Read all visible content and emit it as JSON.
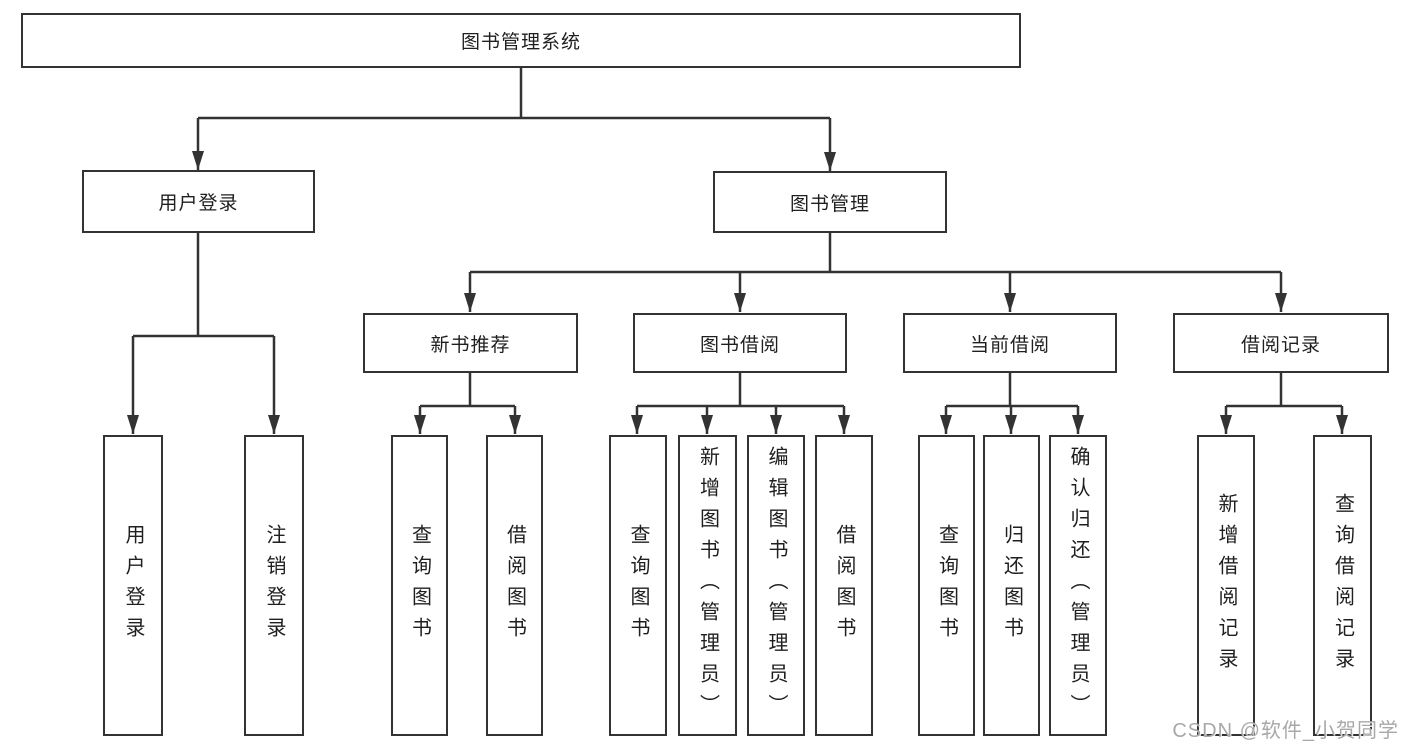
{
  "diagram": {
    "root": {
      "label": "图书管理系统"
    },
    "branches": [
      {
        "label": "用户登录",
        "children": [
          {
            "label": "用户登录"
          },
          {
            "label": "注销登录"
          }
        ]
      },
      {
        "label": "图书管理",
        "children": [
          {
            "label": "新书推荐",
            "children": [
              {
                "label": "查询图书"
              },
              {
                "label": "借阅图书"
              }
            ]
          },
          {
            "label": "图书借阅",
            "children": [
              {
                "label": "查询图书"
              },
              {
                "label": "新增图书（管理员）"
              },
              {
                "label": "编辑图书（管理员）"
              },
              {
                "label": "借阅图书"
              }
            ]
          },
          {
            "label": "当前借阅",
            "children": [
              {
                "label": "查询图书"
              },
              {
                "label": "归还图书"
              },
              {
                "label": "确认归还（管理员）"
              }
            ]
          },
          {
            "label": "借阅记录",
            "children": [
              {
                "label": "新增借阅记录"
              },
              {
                "label": "查询借阅记录"
              }
            ]
          }
        ]
      }
    ],
    "watermark": "CSDN @软件_小贺同学",
    "colors": {
      "line": "#333333",
      "box_border": "#333333",
      "text": "#1f1f1f",
      "watermark": "#a8a8a8",
      "background": "#ffffff"
    }
  }
}
